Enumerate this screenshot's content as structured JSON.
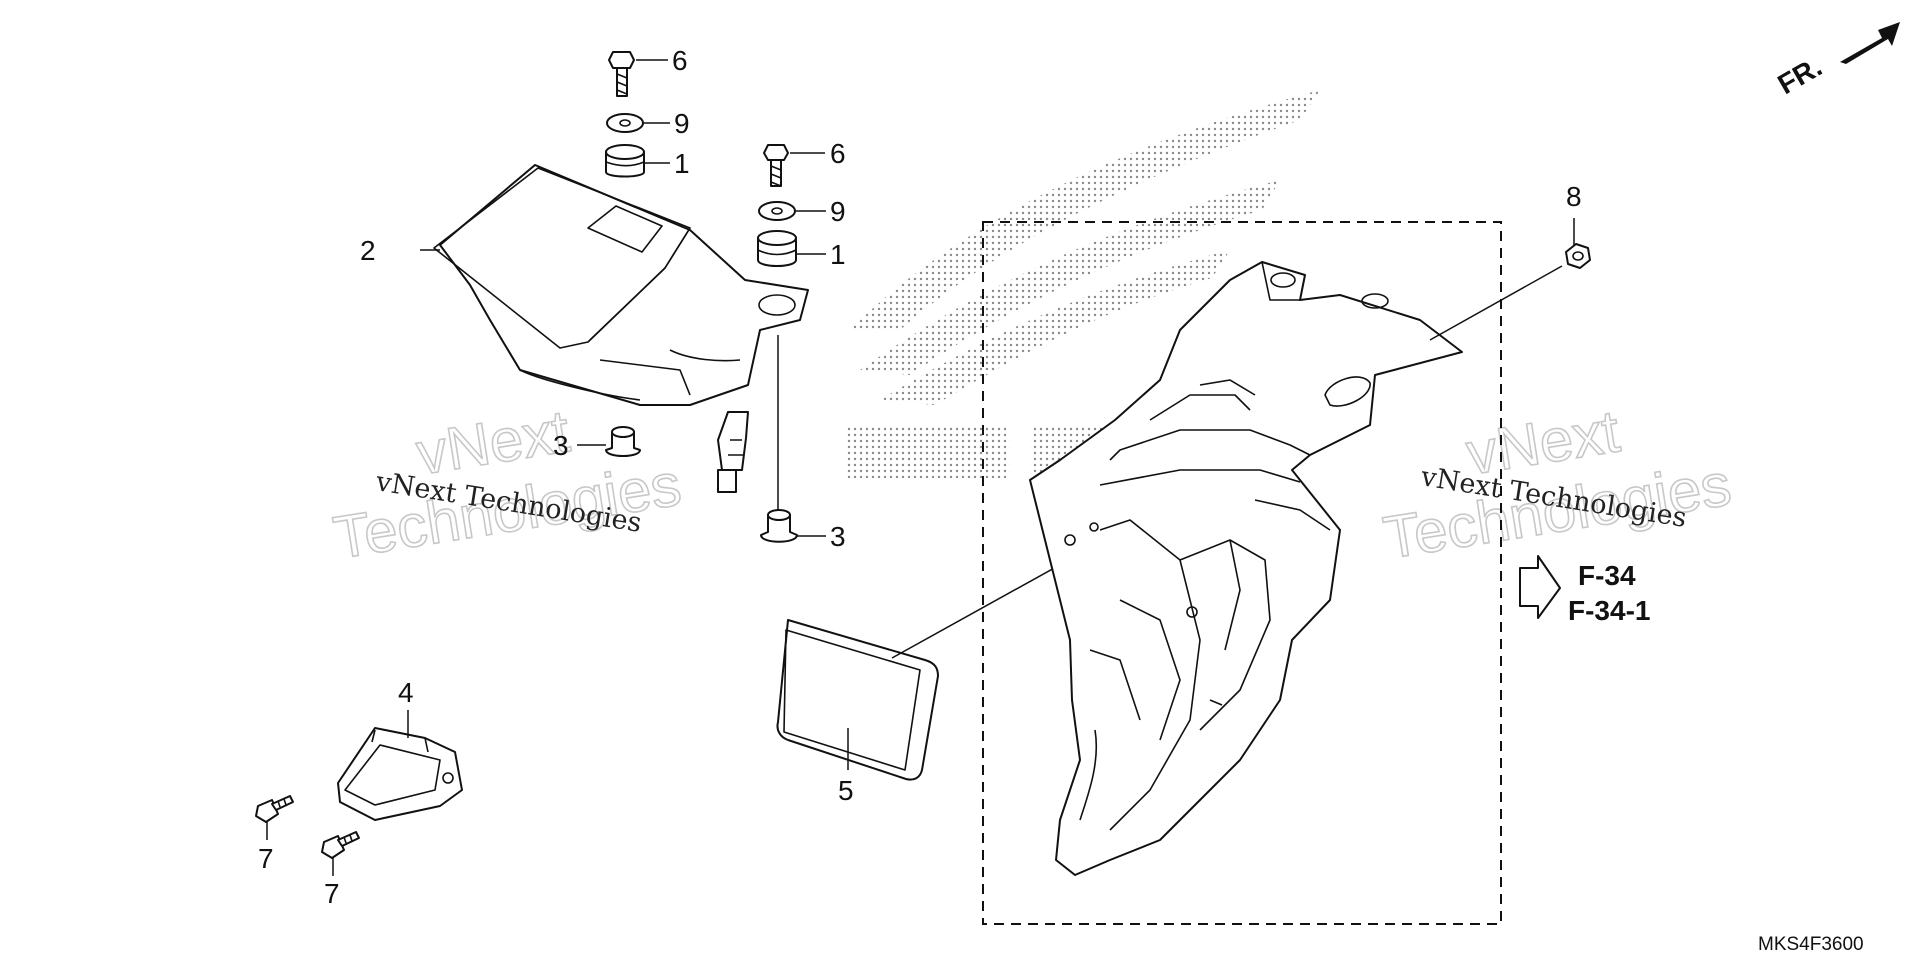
{
  "parts": {
    "p6a": "6",
    "p9a": "9",
    "p1a": "1",
    "p2": "2",
    "p6b": "6",
    "p9b": "9",
    "p1b": "1",
    "p8": "8",
    "p3a": "3",
    "p3b": "3",
    "p4": "4",
    "p5": "5",
    "p7a": "7",
    "p7b": "7"
  },
  "refs": [
    "F-34",
    "F-34-1"
  ],
  "direction_label": "FR.",
  "diagram_code": "MKS4F3600",
  "watermark": {
    "line1": "vNext",
    "line2": "Technologies",
    "small": "vNext Technologies"
  },
  "colors": {
    "ink": "#111111",
    "watermark": "#c8c8c8",
    "dots": "#8a8a8a"
  }
}
